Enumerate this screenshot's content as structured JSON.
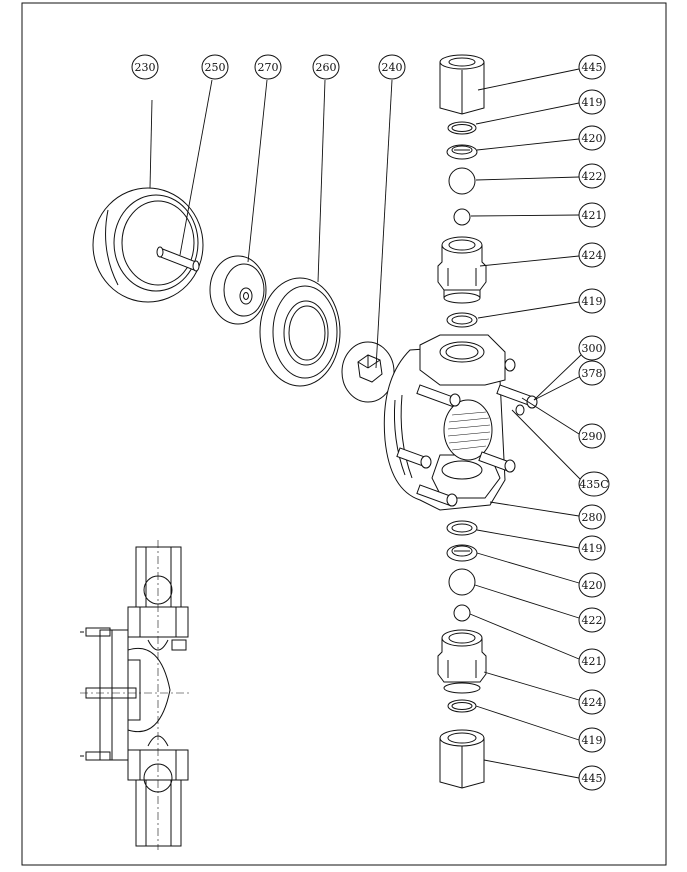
{
  "diagram": {
    "type": "exploded-parts-view",
    "callouts": [
      {
        "label": "230"
      },
      {
        "label": "250"
      },
      {
        "label": "270"
      },
      {
        "label": "260"
      },
      {
        "label": "240"
      },
      {
        "label": "445"
      },
      {
        "label": "419"
      },
      {
        "label": "420"
      },
      {
        "label": "422"
      },
      {
        "label": "421"
      },
      {
        "label": "424"
      },
      {
        "label": "419"
      },
      {
        "label": "300"
      },
      {
        "label": "378"
      },
      {
        "label": "290"
      },
      {
        "label": "435C"
      },
      {
        "label": "280"
      },
      {
        "label": "419"
      },
      {
        "label": "420"
      },
      {
        "label": "422"
      },
      {
        "label": "421"
      },
      {
        "label": "424"
      },
      {
        "label": "419"
      },
      {
        "label": "445"
      }
    ]
  }
}
